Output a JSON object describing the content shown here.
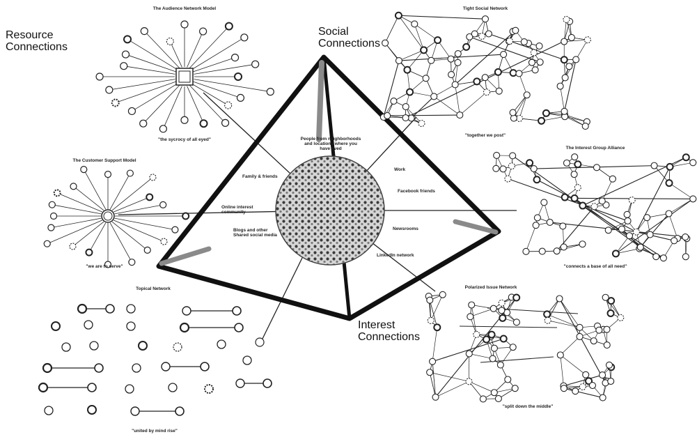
{
  "corners": {
    "resource": "Resource\nConnections",
    "social": "Social\nConnections",
    "interest": "Interest\nConnections"
  },
  "models": {
    "audience": {
      "title": "The Audience Network Model",
      "caption": "\"the sycrocy of all eyed\""
    },
    "tight_social": {
      "title": "Tight Social Network",
      "caption": "\"together we post\""
    },
    "customer_support": {
      "title": "The Customer Support Model",
      "caption": "\"we are to serve\""
    },
    "interest_group": {
      "title": "The Interest Group Alliance",
      "caption": "\"connects a base of all need\""
    },
    "topical": {
      "title": "Topical Network",
      "caption": "\"united by mind rise\""
    },
    "polarized": {
      "title": "Polarized Issue Network",
      "caption": "\"split down the middle\""
    }
  },
  "hub_labels": {
    "people": "People from neighborhoods\nand locations where you\nhave lived",
    "family": "Family & friends",
    "work": "Work",
    "facebook": "Facebook friends",
    "online": "Online interest\ncommunity",
    "blogs": "Blogs and other\nShared social media",
    "news": "Newsrooms",
    "linkedin": "LinkedIn network"
  }
}
